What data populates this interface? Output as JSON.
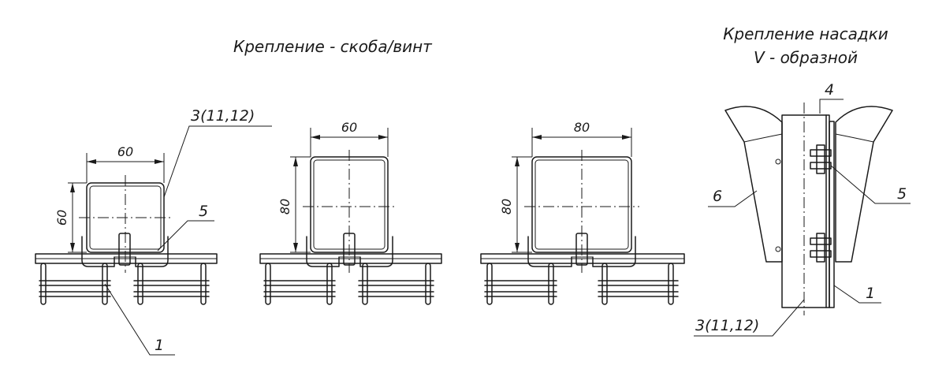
{
  "headings": {
    "left": "Крепление - скоба/винт",
    "right_line1": "Крепление насадки",
    "right_line2": "V - образной"
  },
  "views": [
    {
      "width": "60",
      "height": "60"
    },
    {
      "width": "60",
      "height": "80"
    },
    {
      "width": "80",
      "height": "80"
    }
  ],
  "callouts": {
    "item_3_left": "3(11,12)",
    "item_5_left": "5",
    "item_1_left": "1",
    "item_4_right": "4",
    "item_6_right": "6",
    "item_5_right": "5",
    "item_1_right": "1",
    "item_3_right": "3(11,12)"
  }
}
